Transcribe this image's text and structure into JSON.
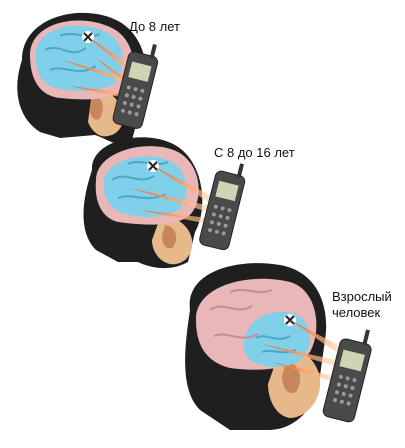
{
  "panels": [
    {
      "label_lines": [
        "До 8 лет"
      ]
    },
    {
      "label_lines": [
        "С 8 до 16 лет"
      ]
    },
    {
      "label_lines": [
        "Взрослый",
        "человек"
      ]
    }
  ],
  "colors": {
    "head_dark": "#2a2a2a",
    "skin": "#e7b98a",
    "skin_shadow": "#b07a4e",
    "brain_pink": "#e9b7b7",
    "brain_blue": "#7fd0e8",
    "ray": "#ff7a20",
    "phone_body": "#4a4a4a",
    "phone_screen": "#cfd4b4"
  }
}
